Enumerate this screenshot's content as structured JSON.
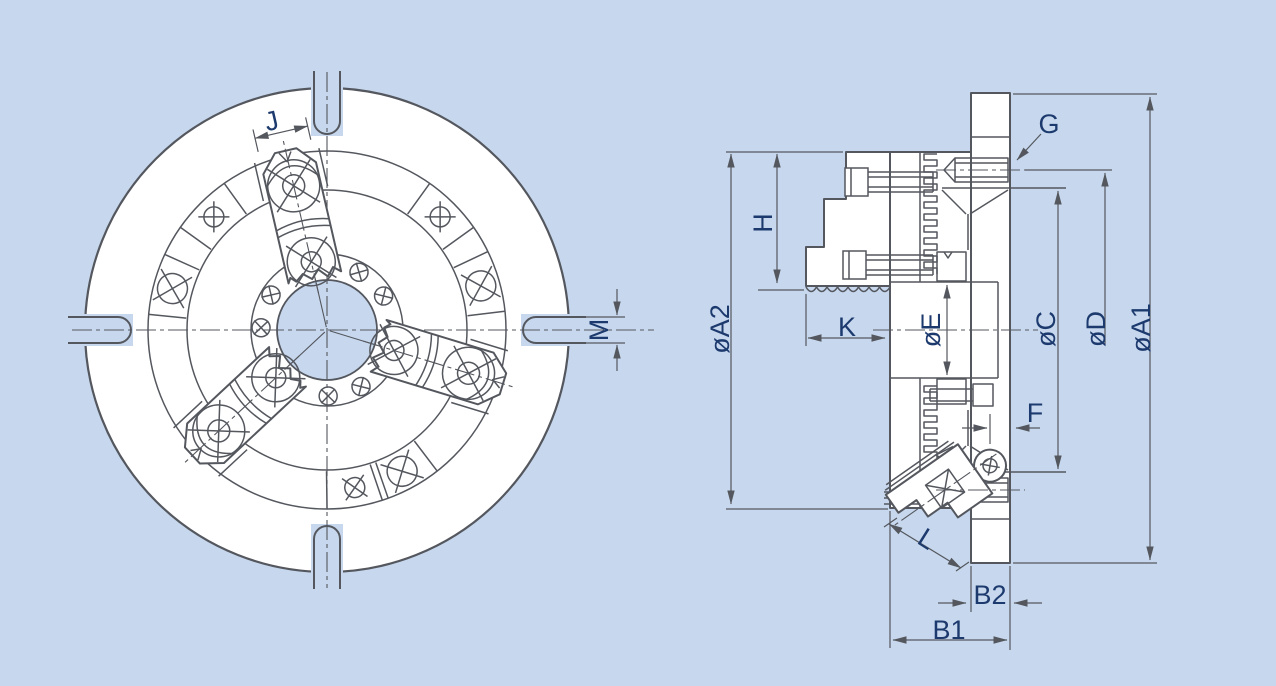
{
  "drawing": {
    "type": "engineering-dimension-drawing",
    "subject": "three-jaw lathe chuck, front view and sectioned side view",
    "colors": {
      "background": "#c7d8ee",
      "line": "#54575e",
      "label": "#1d3a6e",
      "part_fill": "#ffffff"
    },
    "views": {
      "front": {
        "dimension_labels": [
          "J",
          "M"
        ]
      },
      "side": {
        "dimension_labels": [
          "øA2",
          "H",
          "K",
          "øE",
          "G",
          "øC",
          "øD",
          "øA1",
          "F",
          "L",
          "B2",
          "B1"
        ]
      }
    },
    "labels": {
      "j": "J",
      "m": "M",
      "a2": "øA2",
      "h": "H",
      "k": "K",
      "e": "øE",
      "g": "G",
      "c": "øC",
      "d": "øD",
      "a1": "øA1",
      "f": "F",
      "l": "L",
      "b2": "B2",
      "b1": "B1"
    }
  }
}
